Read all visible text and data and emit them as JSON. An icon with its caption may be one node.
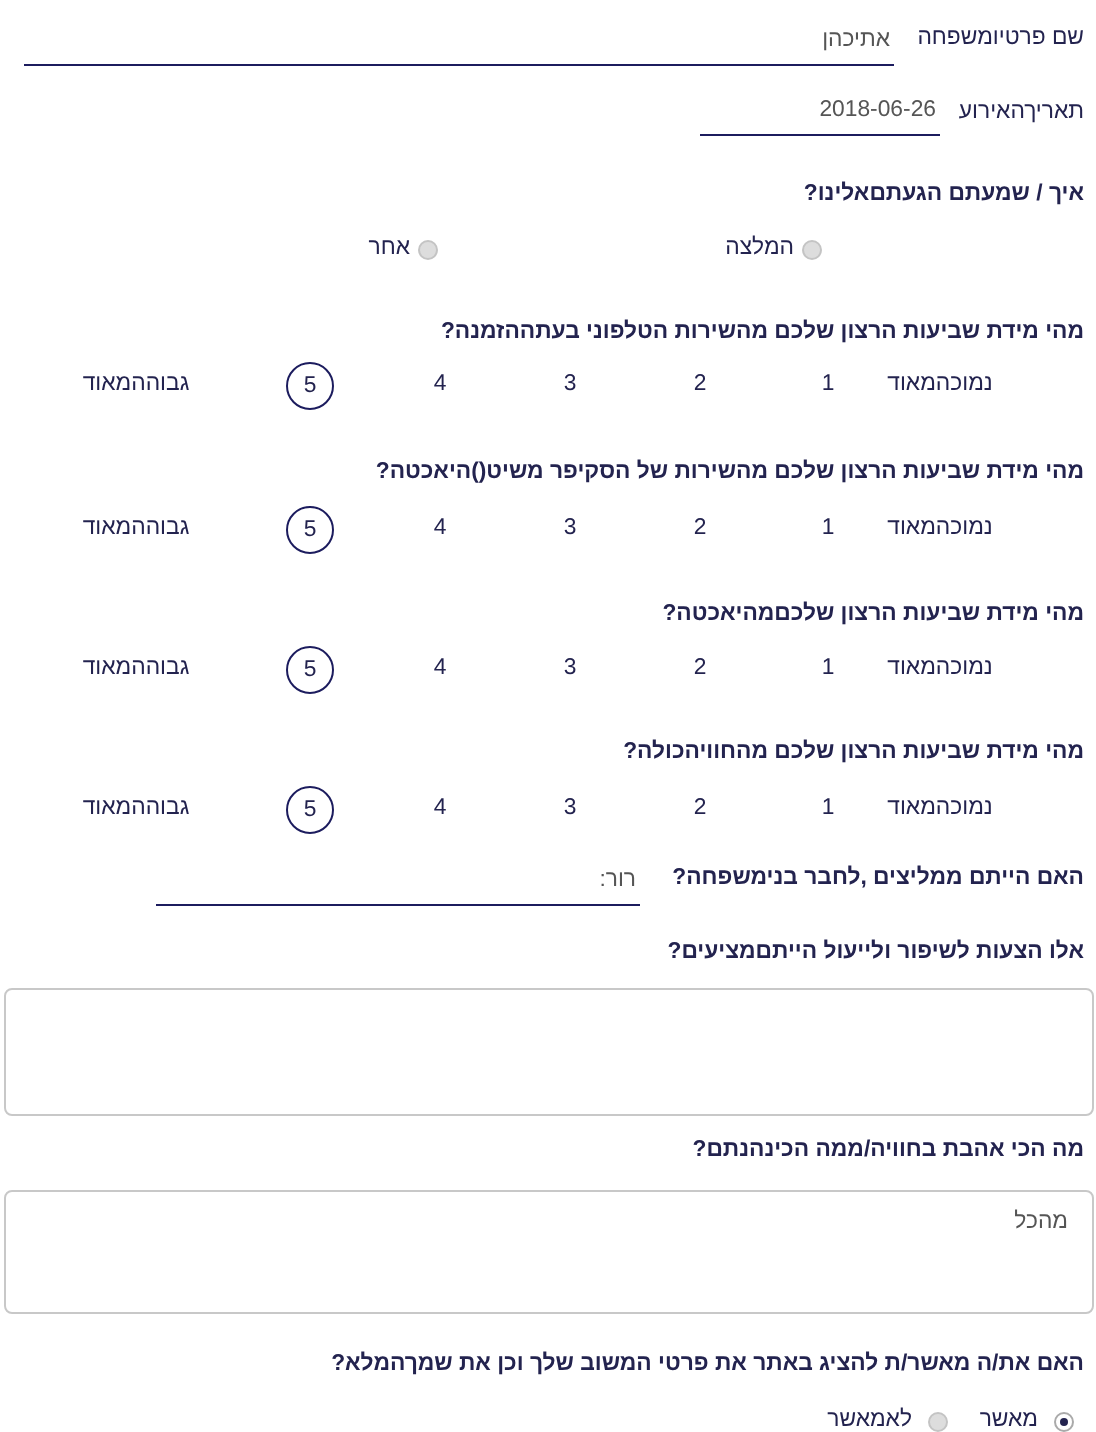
{
  "diagram": {
    "nodes": [
      {
        "text": [
          "אתיכהן"
        ]
      },
      {
        "text": [
          "2018-06-26"
        ]
      },
      {
        "text": [
          "5"
        ]
      },
      {
        "text": [
          "5"
        ]
      },
      {
        "text": [
          "5"
        ]
      },
      {
        "text": [
          "5"
        ]
      },
      {
        "text": [
          "רור:"
        ]
      },
      {
        "text": [],
        "shape": "box"
      },
      {
        "text": [
          "מהכל"
        ]
      }
    ],
    "labels": [
      "שם פרטיומשפחה",
      "תאריךהאירוע",
      "איך / שמעתם הגעתםאלינו?",
      "המלצה",
      "אחר",
      "מהי מידת שביעות הרצון שלכם מהשירות הטלפוני בעתההזמנה?",
      "נמוכהמאוד",
      "1",
      "2",
      "3",
      "4",
      "גבוההמאוד",
      "מהי מידת שביעות הרצון שלכם מהשירות של הסקיפר משיט()היאכטה?",
      "נמוכהמאוד",
      "1",
      "2",
      "3",
      "4",
      "גבוההמאוד",
      "מהי מידת שביעות הרצון שלכםמהיאכטה?",
      "נמוכהמאוד",
      "1",
      "2",
      "3",
      "4",
      "גבוההמאוד",
      "מהי מידת שביעות הרצון שלכם מהחוויהכולה?",
      "נמוכהמאוד",
      "1",
      "2",
      "3",
      "4",
      "גבוההמאוד",
      "האם הייתם ממליצים ,לחבר בנימשפחה?",
      "אלו הצעות לשיפור ולייעול הייתםמציעים?",
      "מה הכי אהבת בחוויה/ממה הכינהנתם?",
      "האם את/ה מאשר/ת להציג באתר את פרטי המשוב שלך וכן את שמךהמלא?",
      "מאשר",
      "לאמאשר"
    ]
  }
}
